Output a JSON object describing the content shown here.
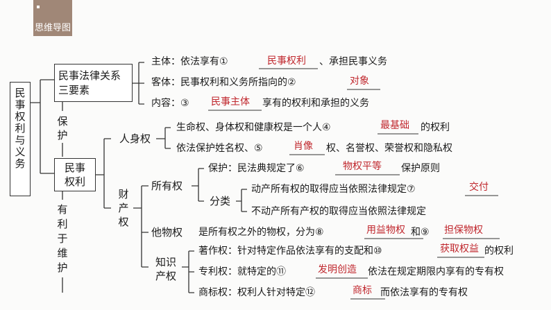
{
  "header": {
    "title": "思维导图"
  },
  "root": {
    "label": "民事权利与义务"
  },
  "three_elements": {
    "box": "民事法律关系三要素",
    "subject": {
      "prefix": "主体：依法享有①",
      "answer": "民事权利",
      "suffix": "、承担民事义务"
    },
    "object": {
      "prefix": "客体：民事权利和义务所指向的②",
      "answer": "对象"
    },
    "content": {
      "prefix": "内容：③",
      "answer": "民事主体",
      "suffix": "享有的权利和承担的义务"
    }
  },
  "links": {
    "protect": "保护",
    "benefit": "有利于维护"
  },
  "civil_rights": {
    "box": "民事权利",
    "personal": {
      "label": "人身权",
      "line1": {
        "prefix": "生命权、身体权和健康权是一个人④",
        "answer": "最基础",
        "suffix": "的权利"
      },
      "line2": {
        "prefix": "依法保护姓名权、⑤",
        "answer": "肖像",
        "suffix": "权、名誉权、荣誉权和隐私权"
      }
    },
    "property": {
      "label": "财产权",
      "ownership": {
        "label": "所有权",
        "protect": {
          "prefix": "保护：民法典规定了⑥",
          "answer": "物权平等",
          "suffix": "保护原则"
        },
        "classify_label": "分类",
        "movable": {
          "prefix": "动产所有权的取得应当依照法律规定⑦",
          "answer": "交付"
        },
        "immovable": {
          "text": "不动产所有产权的取得应当依照法律规定"
        }
      },
      "other": {
        "label": "他物权",
        "prefix": "是所有权之外的物权，分为⑧",
        "answer1": "用益物权",
        "mid": "和⑨",
        "answer2": "担保物权"
      },
      "ip": {
        "label": "知识产权",
        "copyright": {
          "prefix": "著作权：针对特定作品依法享有的支配和⑩",
          "answer": "获取权益",
          "suffix": "的权利"
        },
        "patent": {
          "prefix": "专利权：就特定的⑪",
          "answer": "发明创造",
          "suffix": "依法在规定期限内享有的专有权"
        },
        "trademark": {
          "prefix": "商标权：权利人针对特定⑫",
          "answer": "商标",
          "suffix": "而依法享有的专有权"
        }
      }
    }
  }
}
